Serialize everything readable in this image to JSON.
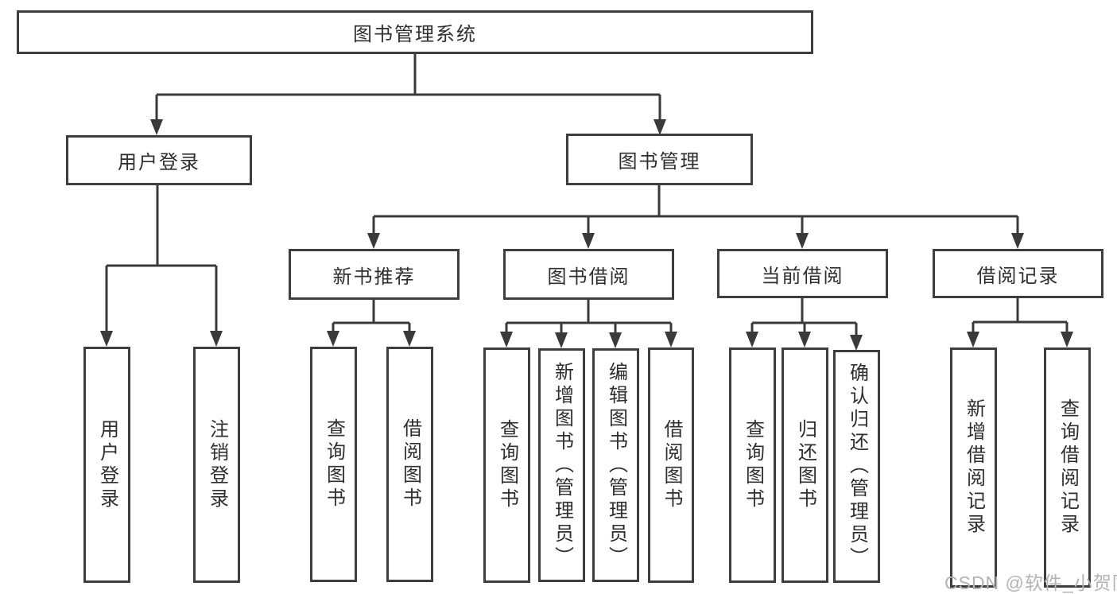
{
  "diagram": {
    "title": "图书管理系统",
    "nodes": {
      "root": "图书管理系统",
      "user_login": "用户登录",
      "book_mgmt": "图书管理",
      "new_book_rec": "新书推荐",
      "book_borrow": "图书借阅",
      "current_borrow": "当前借阅",
      "borrow_records": "借阅记录",
      "user_login_leaf": "用户登录",
      "logout_leaf": "注销登录",
      "nbr_query_books": "查询图书",
      "nbr_borrow_books": "借阅图书",
      "bb_query_books": "查询图书",
      "bb_add_books": "新增图书（管理员）",
      "bb_edit_books": "编辑图书（管理员）",
      "bb_borrow_books": "借阅图书",
      "cb_query_books": "查询图书",
      "cb_return_books": "归还图书",
      "cb_confirm_return": "确认归还（管理员）",
      "br_add_record": "新增借阅记录",
      "br_query_record": "查询借阅记录"
    },
    "colors": {
      "line": "#3a3a3a",
      "box_border": "#3e3e3e",
      "text": "#2e2e2e",
      "watermark": "#b3b3b3",
      "background": "#ffffff"
    }
  },
  "watermark": {
    "text": "CSDN @软件_小贺同学"
  }
}
